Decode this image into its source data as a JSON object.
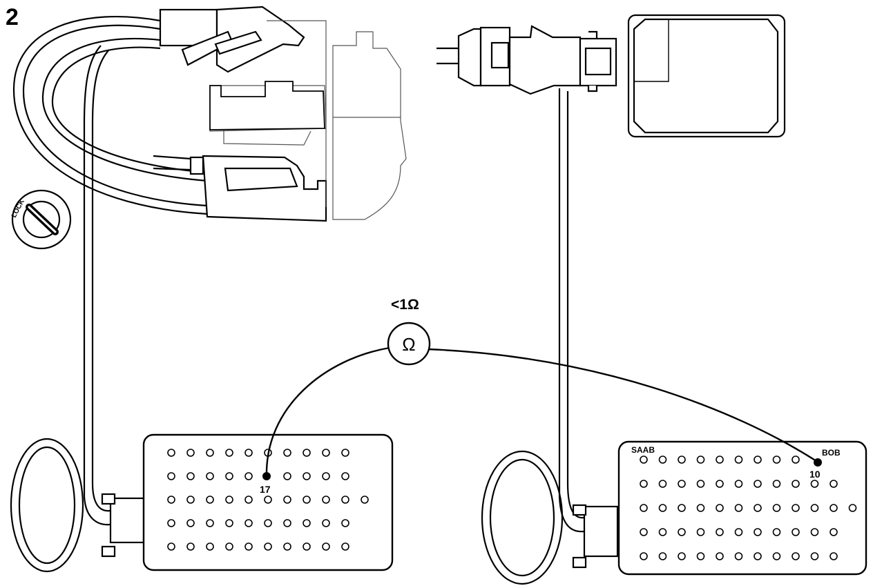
{
  "figure": {
    "number": "2"
  },
  "ignition": {
    "label": "LOCK"
  },
  "meter": {
    "symbol": "Ω",
    "reading": "<1Ω"
  },
  "left_bob": {
    "rows": [
      10,
      10,
      11,
      10,
      10
    ],
    "probe_pin": "17"
  },
  "right_bob": {
    "brand": "SAAB",
    "name": "BOB",
    "rows": [
      10,
      11,
      12,
      11,
      11
    ],
    "probe_pin": "10"
  }
}
